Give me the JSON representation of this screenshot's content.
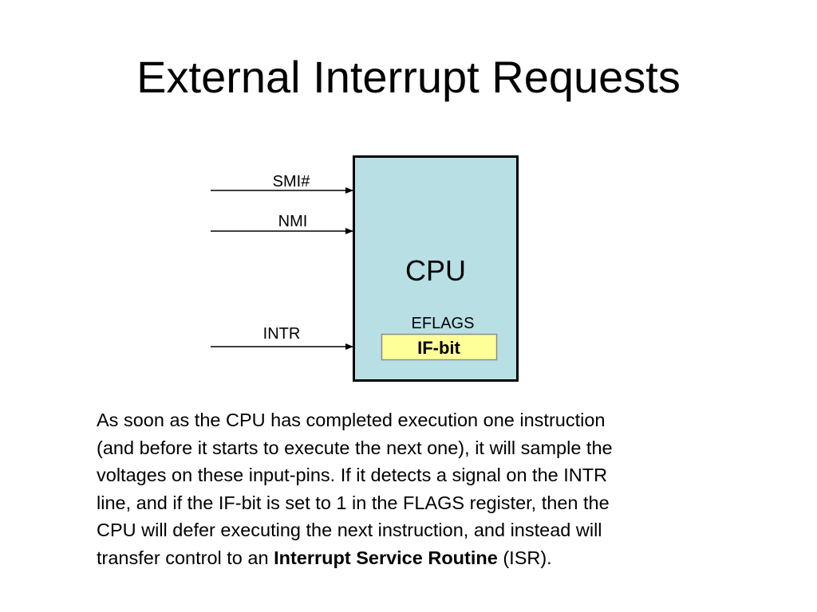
{
  "slide": {
    "title": "External Interrupt Requests"
  },
  "diagram": {
    "cpu_label": "CPU",
    "eflags_label": "EFLAGS",
    "ifbit_label": "IF-bit",
    "pins": [
      {
        "label": "SMI#"
      },
      {
        "label": "NMI"
      },
      {
        "label": "INTR"
      }
    ],
    "colors": {
      "cpu_fill": "#b8dfe3",
      "cpu_border": "#000000",
      "ifbit_fill": "#ffff99",
      "ifbit_border": "#8c8c8c"
    }
  },
  "body": {
    "line1": "As soon as  the CPU has completed execution one instruction",
    "line2": "(and before it starts to execute the next one), it will sample the",
    "line3": "voltages on these input-pins.  If it detects a signal on the INTR",
    "line4": "line, and if the IF-bit is set to 1 in the FLAGS register, then the",
    "line5": "CPU will defer executing the next instruction, and instead will",
    "line6_prefix": "transfer control to an ",
    "line6_bold": "Interrupt Service Routine",
    "line6_suffix": " (ISR)."
  }
}
